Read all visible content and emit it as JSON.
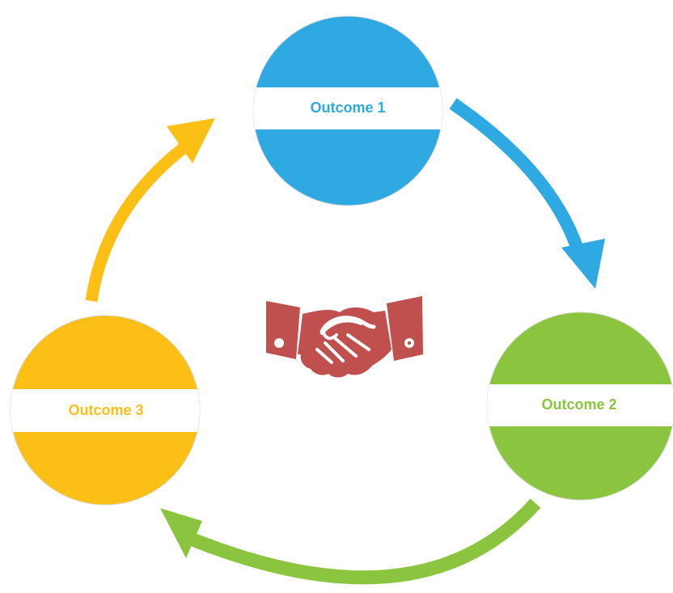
{
  "diagram": {
    "nodes": [
      {
        "id": "outcome-1",
        "label": "Outcome 1",
        "color": "#2fa9e1"
      },
      {
        "id": "outcome-2",
        "label": "Outcome 2",
        "color": "#8bc53f"
      },
      {
        "id": "outcome-3",
        "label": "Outcome 3",
        "color": "#fbbf16"
      }
    ],
    "edges": [
      {
        "from": "outcome-1",
        "to": "outcome-2",
        "color": "#2fa9e1"
      },
      {
        "from": "outcome-2",
        "to": "outcome-3",
        "color": "#8bc53f"
      },
      {
        "from": "outcome-3",
        "to": "outcome-1",
        "color": "#fbbf16"
      }
    ],
    "center_icon": {
      "name": "handshake-icon",
      "color": "#c0504d"
    },
    "band_color": "#ffffff"
  }
}
